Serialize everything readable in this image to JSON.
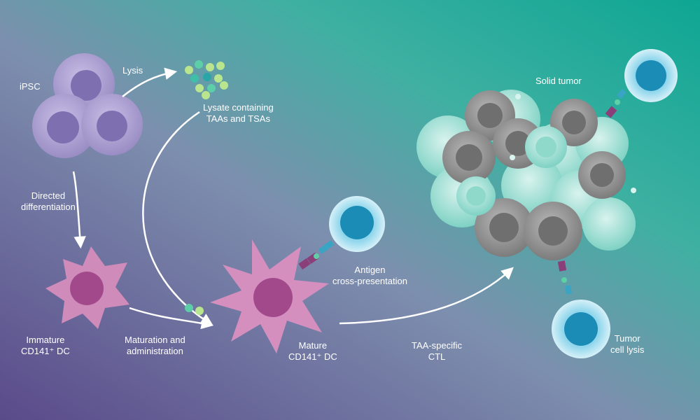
{
  "colors": {
    "bg_left": "#5c4f8e",
    "bg_mid": "#7fa9b3",
    "bg_right": "#13a896",
    "ipsc_cell": "#9f93c7",
    "dc_cell": "#cf8bb9",
    "tumor_cell_teal": "#7fd0c2",
    "tumor_cell_gray": "#8b8b8b",
    "t_cell": "#1d8fb7",
    "receptor": "#8a3f7a",
    "antigen": "#5ed0a6"
  },
  "labels": {
    "ipsc": "iPSC",
    "lysis": "Lysis",
    "lysate": [
      "Lysate containing",
      "TAAs and TSAs"
    ],
    "directed": [
      "Directed",
      "differentiation"
    ],
    "immature": [
      "Immature",
      "CD141⁺ DC"
    ],
    "maturation": [
      "Maturation and",
      "administration"
    ],
    "mature": [
      "Mature",
      "CD141⁺ DC"
    ],
    "antigen": [
      "Antigen",
      "cross-presentation"
    ],
    "ctl": [
      "TAA-specific",
      "CTL"
    ],
    "solid_tumor": "Solid tumor",
    "tumor_lysis": [
      "Tumor",
      "cell lysis"
    ]
  }
}
